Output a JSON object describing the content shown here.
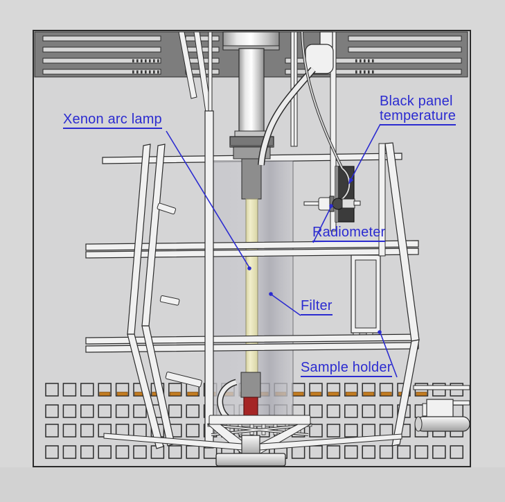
{
  "diagram": {
    "description": "CAD cutaway of a xenon-arc weathering test chamber with annotated components",
    "labels": {
      "xenon_arc_lamp": "Xenon arc lamp",
      "black_panel_temperature_line1": "Black panel",
      "black_panel_temperature_line2": "temperature",
      "radiometer": "Radiometer",
      "filter": "Filter",
      "sample_holder": "Sample holder"
    },
    "colors": {
      "annotation_blue": "#2b2bd0",
      "background": "#d8d8d8",
      "floor": "#d2d2d2",
      "chamber_fill": "#d5d5d6",
      "grille_dark": "#7d7d7d",
      "slat_light": "#d8d8d8",
      "metal_light": "#f1f1f1",
      "outline_dark": "#2b2b2b",
      "lamp_tube_yellow": "#ece8c2",
      "lamp_base_red": "#a52525",
      "perforation_orange": "#c17b22",
      "black_panel": "#3b3b3b"
    }
  }
}
